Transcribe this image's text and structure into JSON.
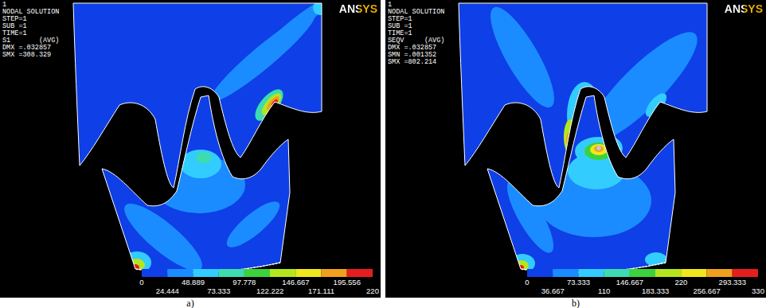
{
  "diagram": {
    "labels": [
      "1",
      "NODAL SOLUTION",
      "STEP=1",
      "SUB =1",
      "TIME=1",
      "S1       (AVG)",
      "DMX =.032857",
      "SMX =308.329",
      "ANSYS",
      "0",
      "24.444",
      "48.889",
      "73.333",
      "97.778",
      "122.222",
      "146.667",
      "171.111",
      "195.556",
      "220",
      "a)",
      "1",
      "NODAL SOLUTION",
      "STEP=1",
      "SUB =1",
      "TIME=1",
      "SEQV     (AVG)",
      "DMX =.032857",
      "SMN =.001352",
      "SMX =802.214",
      "ANSYS",
      "0",
      "36.667",
      "73.333",
      "110",
      "146.667",
      "183.333",
      "220",
      "256.667",
      "293.333",
      "330",
      "b)"
    ]
  }
}
